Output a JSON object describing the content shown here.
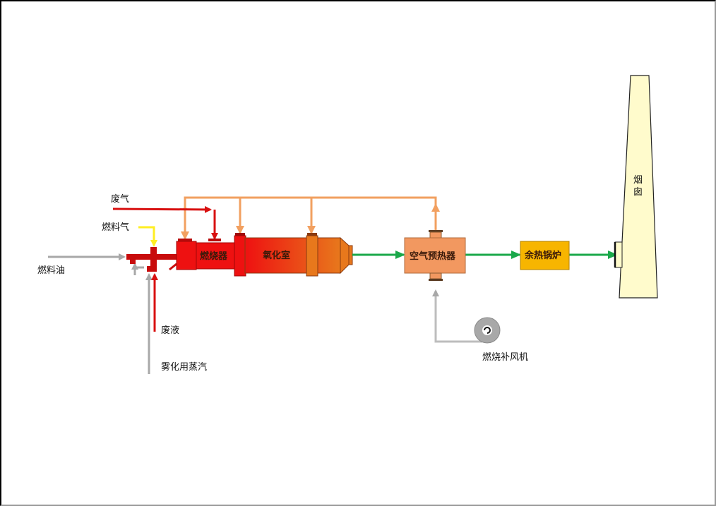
{
  "diagram": {
    "title": "",
    "colors": {
      "exhaust_gas": "#d81010",
      "fuel_gas": "#ffff33",
      "fuel_oil": "#a8a8a8",
      "air": "#f2a060",
      "flue_gas": "#1aa84a",
      "burner": "#ee1111",
      "oxidation_chamber_start": "#ee1111",
      "oxidation_chamber_end": "#e8781c",
      "air_preheater": "#f29860",
      "waste_heat_boiler": "#f7b500",
      "chimney": "#fffbcc"
    },
    "inputs": {
      "waste_gas": "废气",
      "fuel_gas": "燃料气",
      "fuel_oil": "燃料油",
      "waste_liquid": "废液",
      "atomizing_steam": "雾化用蒸汽"
    },
    "equipment": {
      "burner": "燃烧器",
      "oxidation_chamber": "氧化室",
      "air_preheater": "空气预热器",
      "waste_heat_boiler": "余热锅炉",
      "chimney_line1": "烟",
      "chimney_line2": "囱",
      "combustion_fan": "燃烧补风机"
    }
  }
}
